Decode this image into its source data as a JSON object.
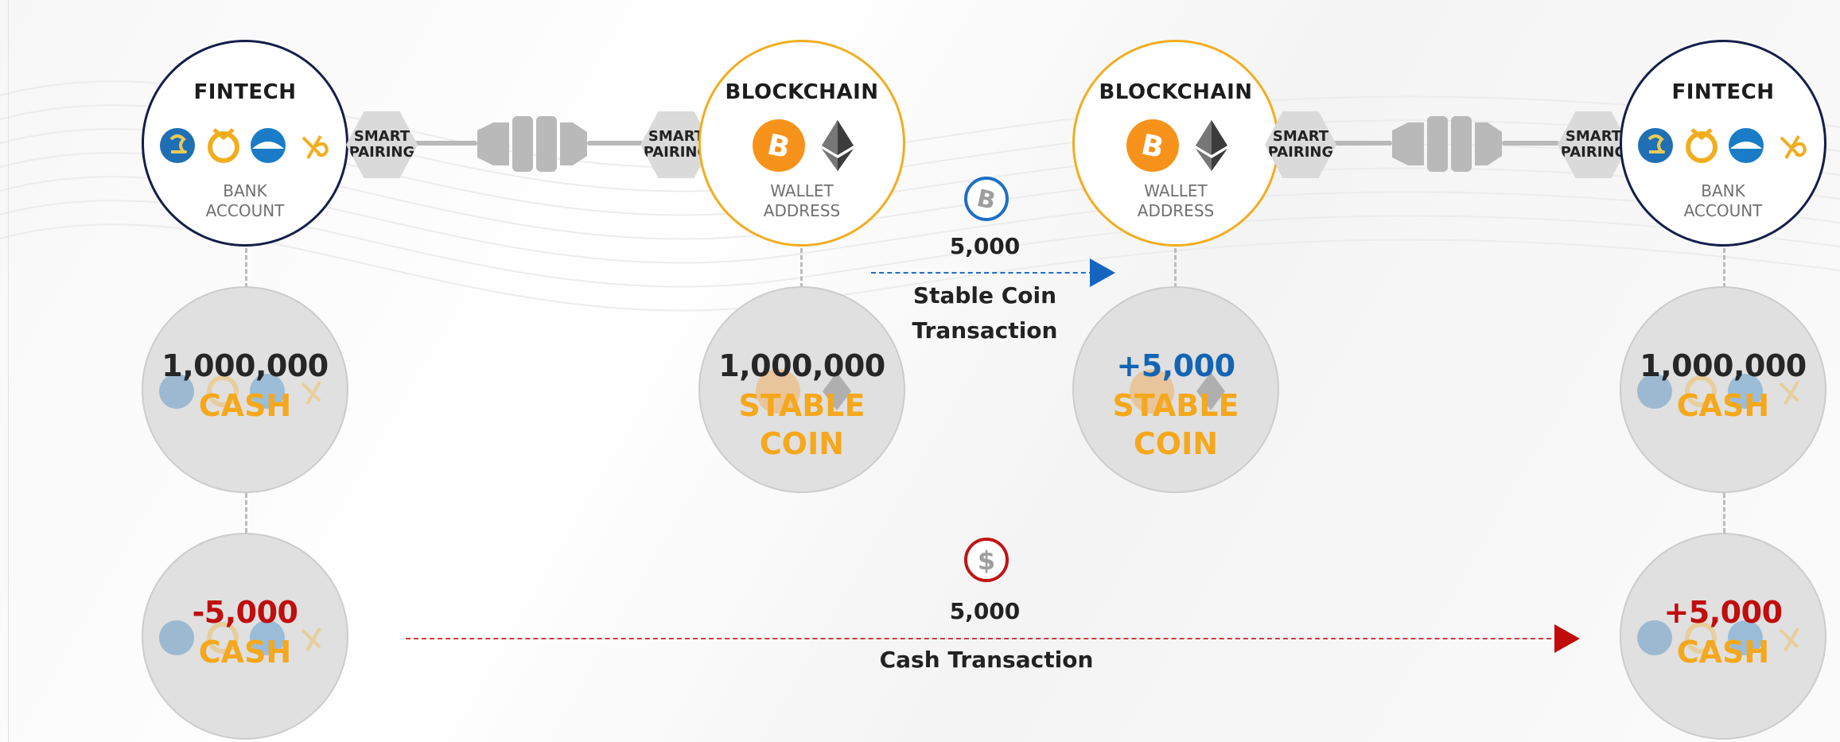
{
  "nodes": {
    "fintech_left": {
      "title": "FINTECH",
      "sub1": "BANK",
      "sub2": "ACCOUNT"
    },
    "chain_left": {
      "title": "BLOCKCHAIN",
      "sub1": "WALLET",
      "sub2": "ADDRESS"
    },
    "chain_right": {
      "title": "BLOCKCHAIN",
      "sub1": "WALLET",
      "sub2": "ADDRESS"
    },
    "fintech_right": {
      "title": "FINTECH",
      "sub1": "BANK",
      "sub2": "ACCOUNT"
    }
  },
  "pairing": {
    "line1": "SMART",
    "line2": "PAIRING"
  },
  "balances": {
    "sender_cash": {
      "amount": "1,000,000",
      "label": "CASH"
    },
    "sender_coin": {
      "amount": "1,000,000",
      "label1": "STABLE",
      "label2": "COIN"
    },
    "receiver_coin": {
      "amount": "+5,000",
      "label1": "STABLE",
      "label2": "COIN"
    },
    "receiver_cash": {
      "amount": "1,000,000",
      "label": "CASH"
    },
    "sender_cash_change": {
      "amount": "-5,000",
      "label": "CASH"
    },
    "receiver_cash_change": {
      "amount": "+5,000",
      "label": "CASH"
    }
  },
  "transactions": {
    "stable": {
      "amount": "5,000",
      "label1": "Stable Coin",
      "label2": "Transaction",
      "icon": "bitcoin-icon"
    },
    "cash": {
      "amount": "5,000",
      "label": "Cash Transaction",
      "icon": "dollar-icon"
    }
  },
  "colors": {
    "fintech_border": "#151d4a",
    "blockchain_border": "#f2ad1f",
    "orange_label": "#f5a81c",
    "positive_blue": "#1464b4",
    "negative_red": "#c00d0d"
  }
}
